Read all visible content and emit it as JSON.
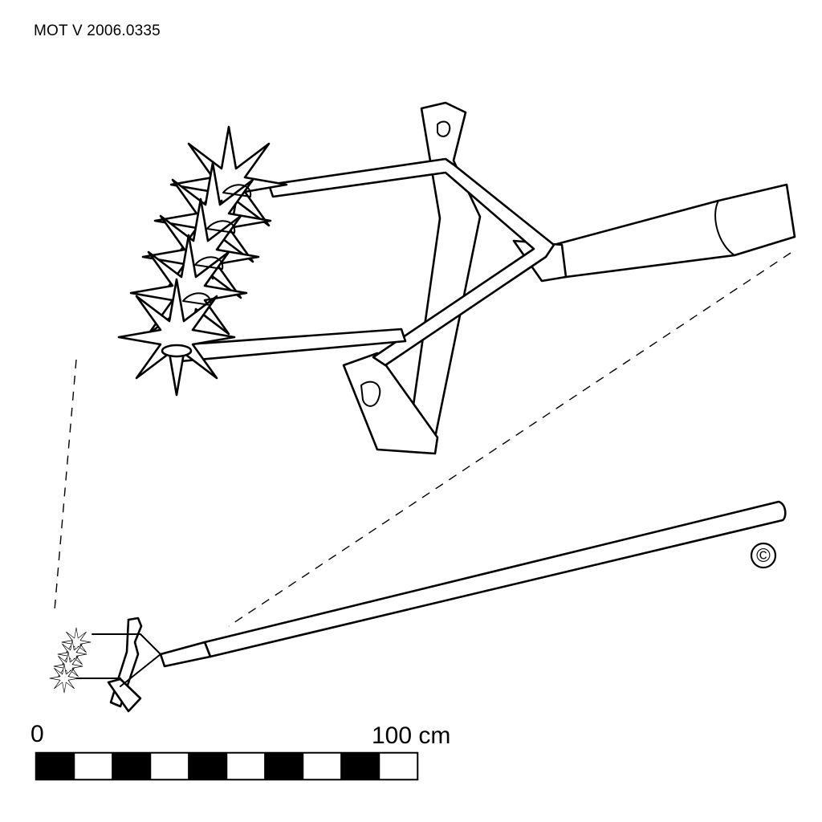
{
  "catalog_id": "MOT V 2006.0335",
  "scale": {
    "start_label": "0",
    "end_label": "100 cm",
    "segments": 10
  },
  "copyright_symbol": "©",
  "colors": {
    "ink": "#000000",
    "paper": "#ffffff"
  },
  "icons": [
    "star-rowel-icon",
    "copyright-icon"
  ]
}
